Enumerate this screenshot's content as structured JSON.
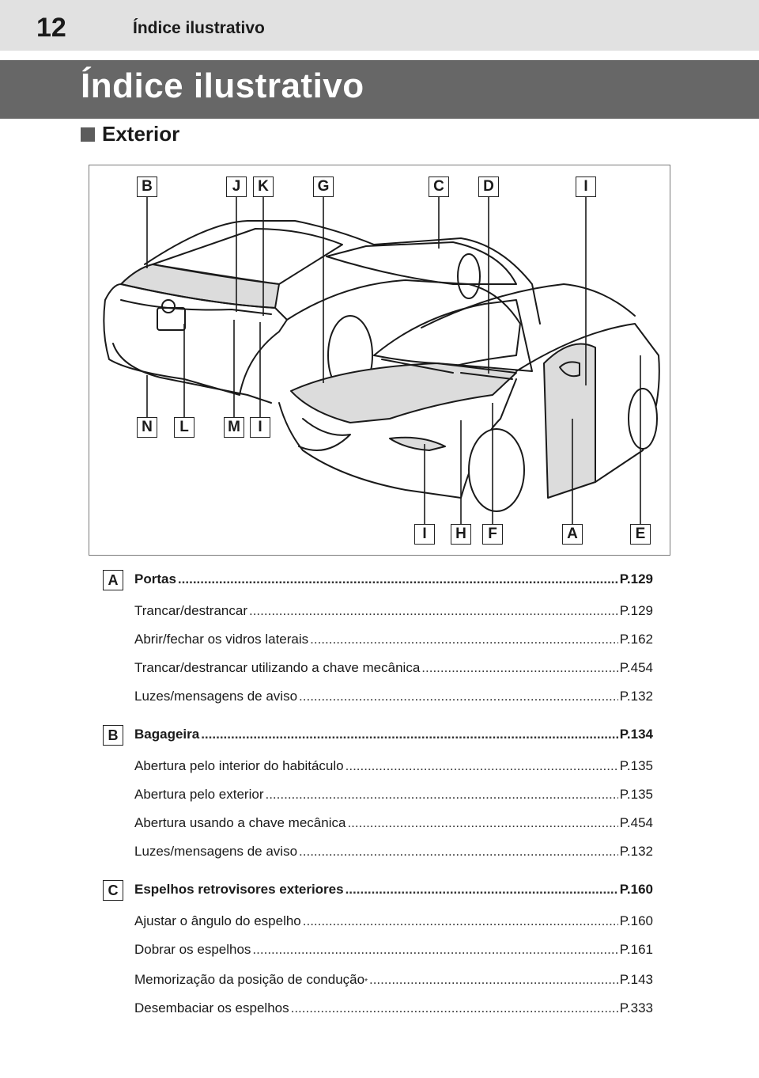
{
  "header": {
    "page_number": "12",
    "section": "Índice ilustrativo"
  },
  "title": "Índice ilustrativo",
  "section_heading": "Exterior",
  "figure": {
    "callouts_top": [
      "B",
      "J",
      "K",
      "G",
      "C",
      "D",
      "I"
    ],
    "callouts_bottom_left": [
      "N",
      "L",
      "M",
      "I"
    ],
    "callouts_bottom_right": [
      "I",
      "H",
      "F",
      "A",
      "E"
    ]
  },
  "entries": [
    {
      "key": "A",
      "title": "Portas",
      "page": "P.129",
      "items": [
        {
          "label": "Trancar/destrancar",
          "page": "P.129"
        },
        {
          "label": "Abrir/fechar os vidros laterais",
          "page": "P.162"
        },
        {
          "label": "Trancar/destrancar utilizando a chave mecânica",
          "page": "P.454"
        },
        {
          "label": "Luzes/mensagens de aviso",
          "page": "P.132"
        }
      ]
    },
    {
      "key": "B",
      "title": "Bagageira",
      "page": "P.134",
      "items": [
        {
          "label": "Abertura pelo interior do habitáculo",
          "page": "P.135"
        },
        {
          "label": "Abertura pelo exterior",
          "page": "P.135"
        },
        {
          "label": "Abertura usando a chave mecânica",
          "page": "P.454"
        },
        {
          "label": "Luzes/mensagens de aviso",
          "page": "P.132"
        }
      ]
    },
    {
      "key": "C",
      "title": "Espelhos retrovisores exteriores",
      "page": "P.160",
      "items": [
        {
          "label": "Ajustar o ângulo do espelho",
          "page": "P.160"
        },
        {
          "label": "Dobrar os espelhos",
          "page": "P.161"
        },
        {
          "label": "Memorização da posição de condução",
          "sup": "*",
          "page": "P.143"
        },
        {
          "label": "Desembaciar os espelhos",
          "page": "P.333"
        }
      ]
    }
  ]
}
